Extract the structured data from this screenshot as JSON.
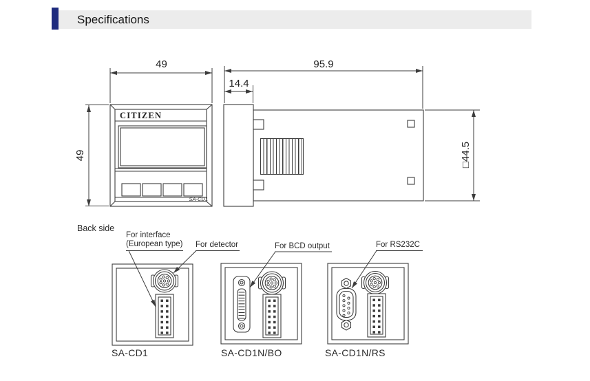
{
  "header": {
    "title": "Specifications",
    "accent_color": "#1e2b7e",
    "bar_color": "#ececec"
  },
  "front_view": {
    "brand": "CITIZEN",
    "model_badge": "SA-CD1",
    "dim_width": "49",
    "dim_height": "49"
  },
  "side_view": {
    "dim_total_depth": "95.9",
    "dim_bezel_depth": "14.4",
    "dim_body_square": "□44.5"
  },
  "back_side": {
    "section_label": "Back side",
    "callouts": {
      "interface_line1": "For interface",
      "interface_line2": "(European type)",
      "detector": "For detector",
      "bcd": "For BCD output",
      "rs232c": "For RS232C"
    },
    "panels": [
      {
        "label": "SA-CD1"
      },
      {
        "label": "SA-CD1N/BO"
      },
      {
        "label": "SA-CD1N/RS"
      }
    ]
  },
  "colors": {
    "line": "#3c3c3c"
  }
}
